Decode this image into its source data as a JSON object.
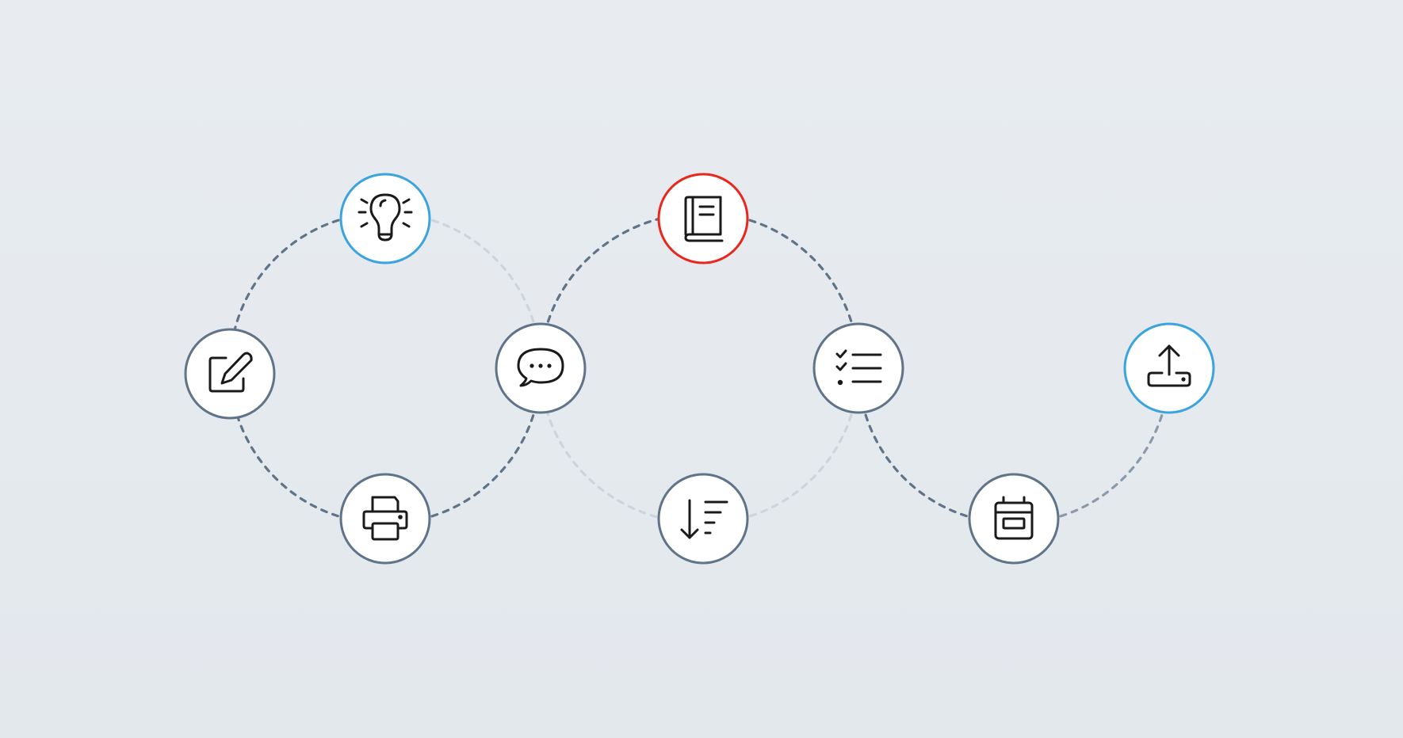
{
  "colors": {
    "background": "#e6eaee",
    "node_default": "#5f7389",
    "node_blue": "#3ba3dd",
    "node_red": "#e8281c",
    "path_dark": "#5f7389",
    "path_light": "#cdd5dc",
    "path_mid": "#8a9aab",
    "icon": "#1a1a1a"
  },
  "nodes": [
    {
      "id": "edit",
      "icon": "edit-icon",
      "ring": "default"
    },
    {
      "id": "idea",
      "icon": "lightbulb-icon",
      "ring": "blue"
    },
    {
      "id": "print",
      "icon": "printer-icon",
      "ring": "default"
    },
    {
      "id": "chat",
      "icon": "chat-bubble-icon",
      "ring": "default"
    },
    {
      "id": "book",
      "icon": "book-icon",
      "ring": "red"
    },
    {
      "id": "checklist",
      "icon": "checklist-icon",
      "ring": "default"
    },
    {
      "id": "sort",
      "icon": "sort-descending-icon",
      "ring": "default"
    },
    {
      "id": "calendar",
      "icon": "calendar-icon",
      "ring": "default"
    },
    {
      "id": "upload",
      "icon": "upload-icon",
      "ring": "blue"
    }
  ]
}
